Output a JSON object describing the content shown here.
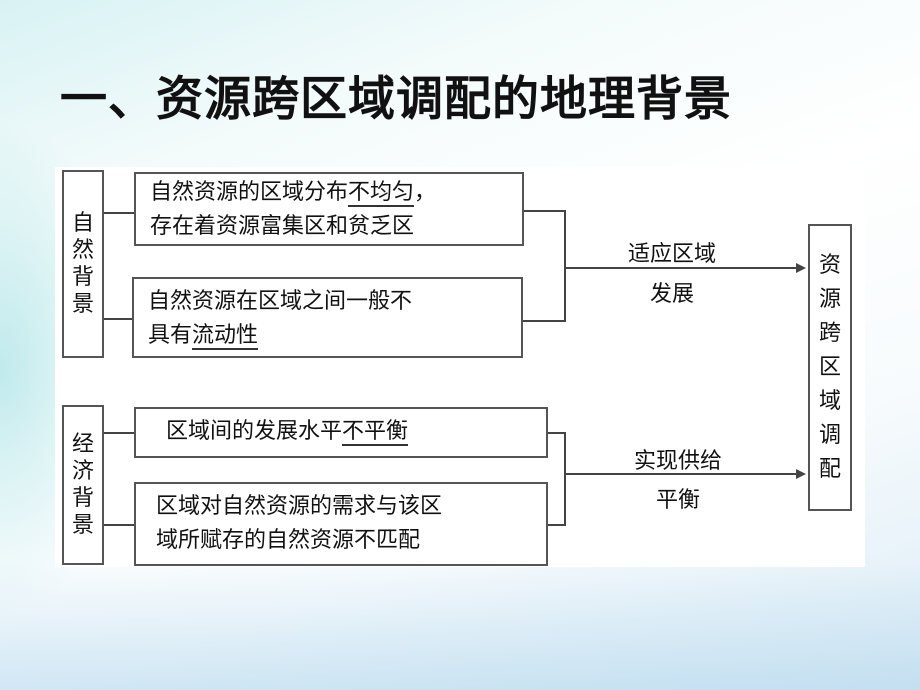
{
  "title": "一、资源跨区域调配的地理背景",
  "natural": {
    "label": [
      "自",
      "然",
      "背",
      "景"
    ],
    "box1": {
      "pre": "自然资源的区域分布",
      "underline": "不均匀",
      "post": "，",
      "line2": "存在着资源富集区和贫乏区"
    },
    "box2": {
      "line1": "自然资源在区域之间一般不",
      "pre": "具有",
      "underline": "流动性"
    },
    "arrow_label": [
      "适应区域",
      "发展"
    ]
  },
  "economic": {
    "label": [
      "经",
      "济",
      "背",
      "景"
    ],
    "box1": {
      "pre": "区域间的发展水平",
      "underline": "不平衡"
    },
    "box2": {
      "line1": "区域对自然资源的需求与该区",
      "line2": "域所赋存的自然资源不匹配"
    },
    "arrow_label": [
      "实现供给",
      "平衡"
    ]
  },
  "result": [
    "资",
    "源",
    "跨",
    "区",
    "域",
    "调",
    "配"
  ]
}
